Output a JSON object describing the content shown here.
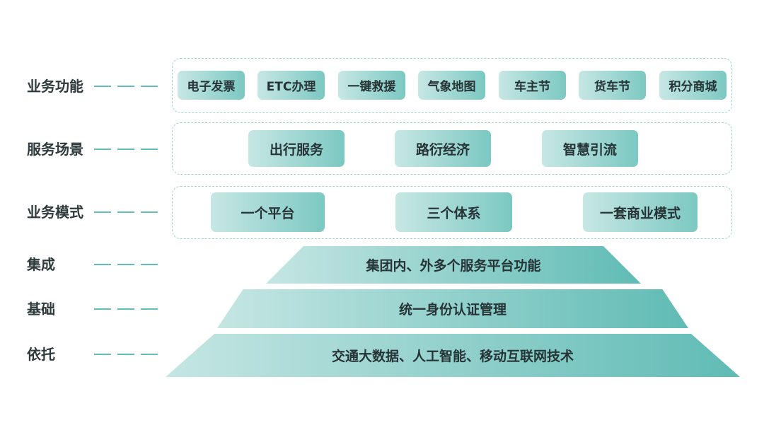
{
  "labels": {
    "business_functions": "业务功能",
    "service_scenarios": "服务场景",
    "business_model": "业务模式",
    "integration": "集成",
    "foundation": "基础",
    "support": "依托"
  },
  "business_functions": [
    "电子发票",
    "ETC办理",
    "一键救援",
    "气象地图",
    "车主节",
    "货车节",
    "积分商城"
  ],
  "service_scenarios": [
    "出行服务",
    "路衍经济",
    "智慧引流"
  ],
  "business_model": [
    "一个平台",
    "三个体系",
    "一套商业模式"
  ],
  "pyramid": {
    "integration": "集团内、外多个服务平台功能",
    "foundation": "统一身份认证管理",
    "support": "交通大数据、人工智能、移动互联网技术"
  },
  "colors": {
    "accent": "#63bdb8",
    "pill_light": "#c7e7e4",
    "pill_dark": "#7cc8c2",
    "text": "#2f3a3c"
  }
}
